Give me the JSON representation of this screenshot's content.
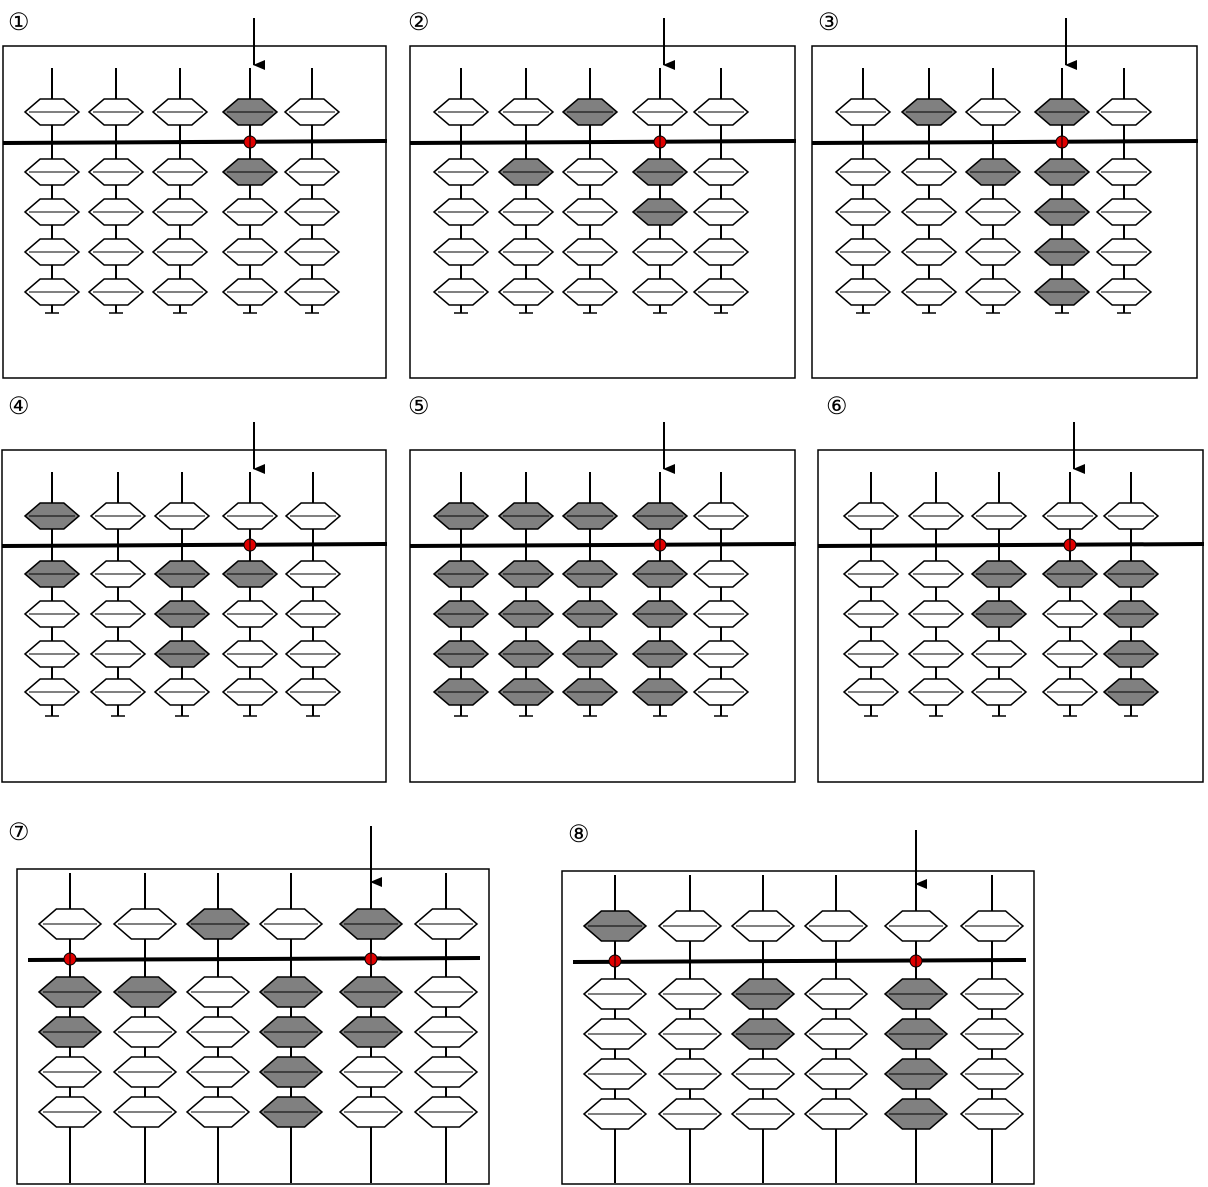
{
  "colors": {
    "active_bead": "#808080",
    "inactive_bead": "#ffffff",
    "frame": "#000000",
    "unit_dot": "#e00000"
  },
  "panels": [
    {
      "label": "①",
      "rods": 5,
      "arrow_rod": 3,
      "unit_dot_rods": [
        3
      ],
      "heaven": [
        0,
        0,
        0,
        1,
        0
      ],
      "earth": [
        [
          0,
          0,
          0,
          1,
          0
        ],
        [
          0,
          0,
          0,
          0,
          0
        ],
        [
          0,
          0,
          0,
          0,
          0
        ],
        [
          0,
          0,
          0,
          0,
          0
        ]
      ]
    },
    {
      "label": "②",
      "rods": 5,
      "arrow_rod": 3,
      "unit_dot_rods": [
        3
      ],
      "heaven": [
        0,
        0,
        1,
        0,
        0
      ],
      "earth": [
        [
          0,
          1,
          0,
          1,
          0
        ],
        [
          0,
          0,
          0,
          1,
          0
        ],
        [
          0,
          0,
          0,
          0,
          0
        ],
        [
          0,
          0,
          0,
          0,
          0
        ]
      ]
    },
    {
      "label": "③",
      "rods": 5,
      "arrow_rod": 3,
      "unit_dot_rods": [
        3
      ],
      "heaven": [
        0,
        1,
        0,
        1,
        0
      ],
      "earth": [
        [
          0,
          0,
          1,
          1,
          0
        ],
        [
          0,
          0,
          0,
          1,
          0
        ],
        [
          0,
          0,
          0,
          1,
          0
        ],
        [
          0,
          0,
          0,
          1,
          0
        ]
      ]
    },
    {
      "label": "④",
      "rods": 5,
      "arrow_rod": 3,
      "unit_dot_rods": [
        3
      ],
      "heaven": [
        1,
        0,
        0,
        0,
        0
      ],
      "earth": [
        [
          1,
          0,
          1,
          1,
          0
        ],
        [
          0,
          0,
          1,
          0,
          0
        ],
        [
          0,
          0,
          1,
          0,
          0
        ],
        [
          0,
          0,
          0,
          0,
          0
        ]
      ]
    },
    {
      "label": "⑤",
      "rods": 5,
      "arrow_rod": 3,
      "unit_dot_rods": [
        3
      ],
      "heaven": [
        1,
        1,
        1,
        1,
        0
      ],
      "earth": [
        [
          1,
          1,
          1,
          1,
          0
        ],
        [
          1,
          1,
          1,
          1,
          0
        ],
        [
          1,
          1,
          1,
          1,
          0
        ],
        [
          1,
          1,
          1,
          1,
          0
        ]
      ]
    },
    {
      "label": "⑥",
      "rods": 5,
      "arrow_rod": 3,
      "unit_dot_rods": [
        3
      ],
      "heaven": [
        0,
        0,
        0,
        0,
        0
      ],
      "earth": [
        [
          0,
          0,
          1,
          1,
          1
        ],
        [
          0,
          0,
          1,
          0,
          1
        ],
        [
          0,
          0,
          0,
          0,
          1
        ],
        [
          0,
          0,
          0,
          0,
          1
        ]
      ]
    },
    {
      "label": "⑦",
      "rods": 6,
      "arrow_rod": 4,
      "unit_dot_rods": [
        0,
        4
      ],
      "heaven": [
        0,
        0,
        1,
        0,
        1,
        0
      ],
      "earth": [
        [
          1,
          1,
          0,
          1,
          1,
          0
        ],
        [
          1,
          0,
          0,
          1,
          1,
          0
        ],
        [
          0,
          0,
          0,
          1,
          0,
          0
        ],
        [
          0,
          0,
          0,
          1,
          0,
          0
        ]
      ]
    },
    {
      "label": "⑧",
      "rods": 6,
      "arrow_rod": 4,
      "unit_dot_rods": [
        0,
        4
      ],
      "heaven": [
        1,
        0,
        0,
        0,
        0,
        0
      ],
      "earth": [
        [
          0,
          0,
          1,
          0,
          1,
          0
        ],
        [
          0,
          0,
          1,
          0,
          1,
          0
        ],
        [
          0,
          0,
          0,
          0,
          1,
          0
        ],
        [
          0,
          0,
          0,
          0,
          1,
          0
        ]
      ]
    }
  ]
}
